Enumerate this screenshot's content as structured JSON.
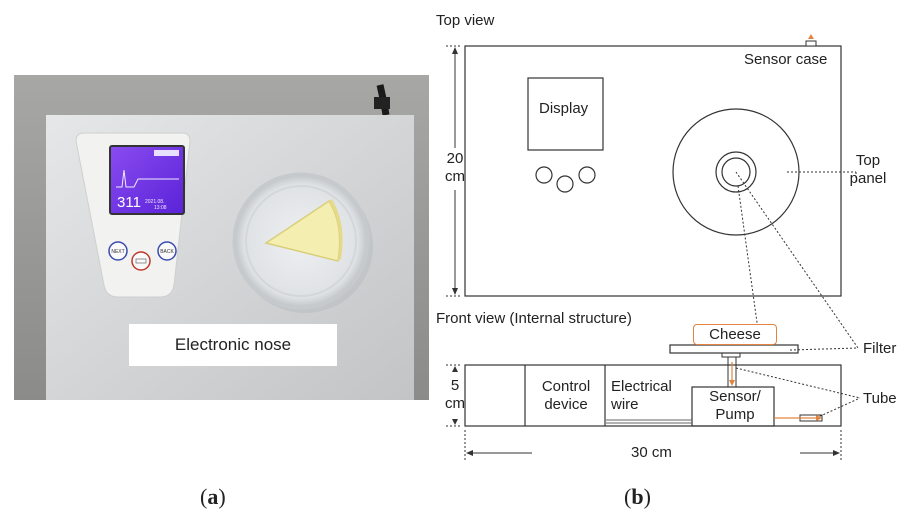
{
  "photo": {
    "label": "Electronic nose",
    "device_screen": {
      "reading": "311",
      "date_text": "2021.08.",
      "time_text": "13:08"
    },
    "buttons": [
      "NEXT",
      "BACK"
    ]
  },
  "diagram": {
    "top_view": {
      "title": "Top view",
      "display_label": "Display",
      "sensor_case_label": "Sensor case",
      "top_panel_label": [
        "Top",
        "panel"
      ],
      "height_label": [
        "20",
        "cm"
      ]
    },
    "front_view": {
      "title": "Front view (Internal structure)",
      "cheese_label": "Cheese",
      "filter_label": "Filter",
      "tube_label": "Tube",
      "control_device_label": [
        "Control",
        "device"
      ],
      "electrical_wire_label": [
        "Electrical",
        "wire"
      ],
      "sensor_pump_label": [
        "Sensor/",
        "Pump"
      ],
      "height_label": [
        "5",
        "cm"
      ],
      "width_label": "30 cm"
    },
    "accent_color": "#e2843f"
  },
  "captions": {
    "a": "a",
    "b": "b"
  }
}
